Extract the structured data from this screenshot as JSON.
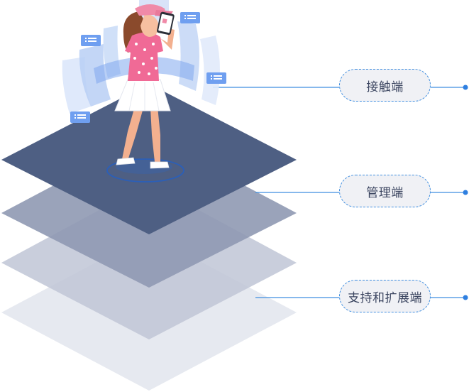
{
  "layers": [
    {
      "label": "接触端"
    },
    {
      "label": "管理端"
    },
    {
      "label": "支持和扩展端"
    }
  ],
  "colors": {
    "top_layer": "#4e5f83",
    "mid_layer": "#8f99b3",
    "lower_layer": "#b9c0d0",
    "bottom_layer": "#e6e9f0",
    "connector": "#3f8ee0",
    "pill_border": "#3f8ee0",
    "pill_fill": "#f0f1f5",
    "label_text": "#3b4560",
    "chat_bubble": "#6f9ff0",
    "phone_screen_panels": "#a9c4f2",
    "shirt": "#f06a96",
    "skirt": "#ffffff",
    "cap": "#f08aa8",
    "hair": "#8a4a2c"
  },
  "icons": [
    "chat-bubble-icon",
    "smartphone-icon"
  ]
}
